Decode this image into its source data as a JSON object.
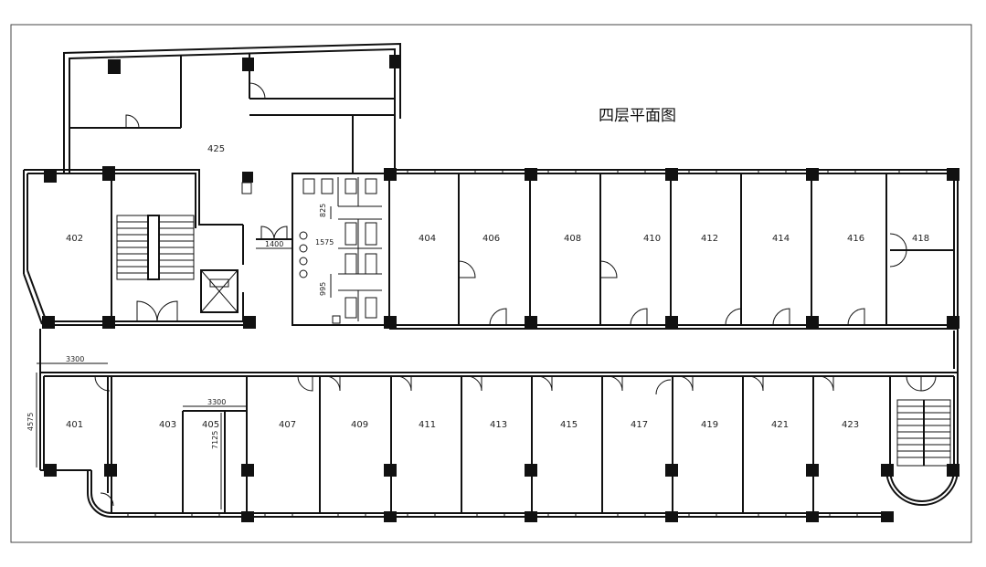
{
  "title": "四层平面图",
  "rooms": {
    "r425": "425",
    "r402": "402",
    "r404": "404",
    "r406": "406",
    "r408": "408",
    "r410": "410",
    "r412": "412",
    "r414": "414",
    "r416": "416",
    "r418": "418",
    "r401": "401",
    "r403": "403",
    "r405": "405",
    "r407": "407",
    "r409": "409",
    "r411": "411",
    "r413": "413",
    "r415": "415",
    "r417": "417",
    "r419": "419",
    "r421": "421",
    "r423": "423"
  },
  "dimensions": {
    "d1400": "1400",
    "d1575": "1575",
    "d825": "825",
    "d995": "995",
    "d3300a": "3300",
    "d3300b": "3300",
    "d4575": "4575",
    "d7125": "7125"
  }
}
